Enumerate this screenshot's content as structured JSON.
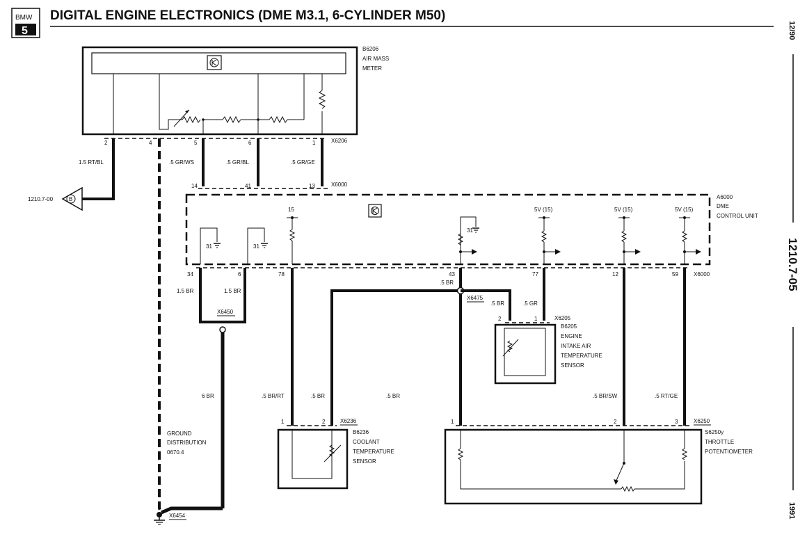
{
  "header": {
    "brand": "BMW",
    "series": "5",
    "title": "DIGITAL ENGINE ELECTRONICS (DME M3.1, 6-CYLINDER M50)"
  },
  "side": {
    "date": "12/90",
    "page": "1210.7-05",
    "year": "1991"
  },
  "components": {
    "air_mass_meter": {
      "id": "B6206",
      "line1": "AIR MASS",
      "line2": "METER"
    },
    "control_unit": {
      "id": "A6000",
      "line1": "DME",
      "line2": "CONTROL UNIT"
    },
    "intake_air_sensor": {
      "id": "B6205",
      "line1": "ENGINE",
      "line2": "INTAKE AIR",
      "line3": "TEMPERATURE",
      "line4": "SENSOR"
    },
    "coolant_sensor": {
      "id": "B6236",
      "line1": "COOLANT",
      "line2": "TEMPERATURE",
      "line3": "SENSOR"
    },
    "throttle_pot": {
      "id": "S6250y",
      "line1": "THROTTLE",
      "line2": "POTENTIOMETER"
    },
    "ground_dist": {
      "line1": "GROUND",
      "line2": "DISTRIBUTION",
      "line3": "0670.4"
    },
    "ref_page": "1210.7-00",
    "ref_letter": "B"
  },
  "connectors": {
    "c_x6206": "X6206",
    "c_x6000_top": "X6000",
    "c_x6000_mid": "X6000",
    "c_x6450": "X6450",
    "c_x6475": "X6475",
    "c_x6205": "X6205",
    "c_x6236": "X6236",
    "c_x6250": "X6250",
    "c_x6454": "X6454"
  },
  "pins": {
    "p2": "2",
    "p4": "4",
    "p5": "5",
    "p6": "6",
    "p1": "1",
    "p14": "14",
    "p41": "41",
    "p13": "13",
    "p34": "34",
    "p6b": "6",
    "p78": "78",
    "p43": "43",
    "p77": "77",
    "p12": "12",
    "p59": "59",
    "p_is2": "2",
    "p_is1": "1",
    "p_cs1": "1",
    "p_cs2": "2",
    "p_tp1": "1",
    "p_tp2": "2",
    "p_tp3": "3"
  },
  "supplies": {
    "s15": "15",
    "s5v_a": "5V (15)",
    "s5v_b": "5V (15)",
    "s5v_c": "5V (15)",
    "g31_a": "31",
    "g31_b": "31",
    "g31_c": "31"
  },
  "wires": {
    "w_rtbl": "1.5 RT/BL",
    "w_grws": ".5 GR/WS",
    "w_grbl": ".5 GR/BL",
    "w_grge": ".5 GR/GE",
    "w_br1": "1.5 BR",
    "w_br2": "1.5 BR",
    "w_br6": "6 BR",
    "w_brrt": ".5 BR/RT",
    "w_br_cs": ".5 BR",
    "w_br43": ".5 BR",
    "w_br_is": ".5 BR",
    "w_gr": ".5 GR",
    "w_br_tp": ".5 BR",
    "w_brsw": ".5 BR/SW",
    "w_rtge": ".5 RT/GE"
  }
}
